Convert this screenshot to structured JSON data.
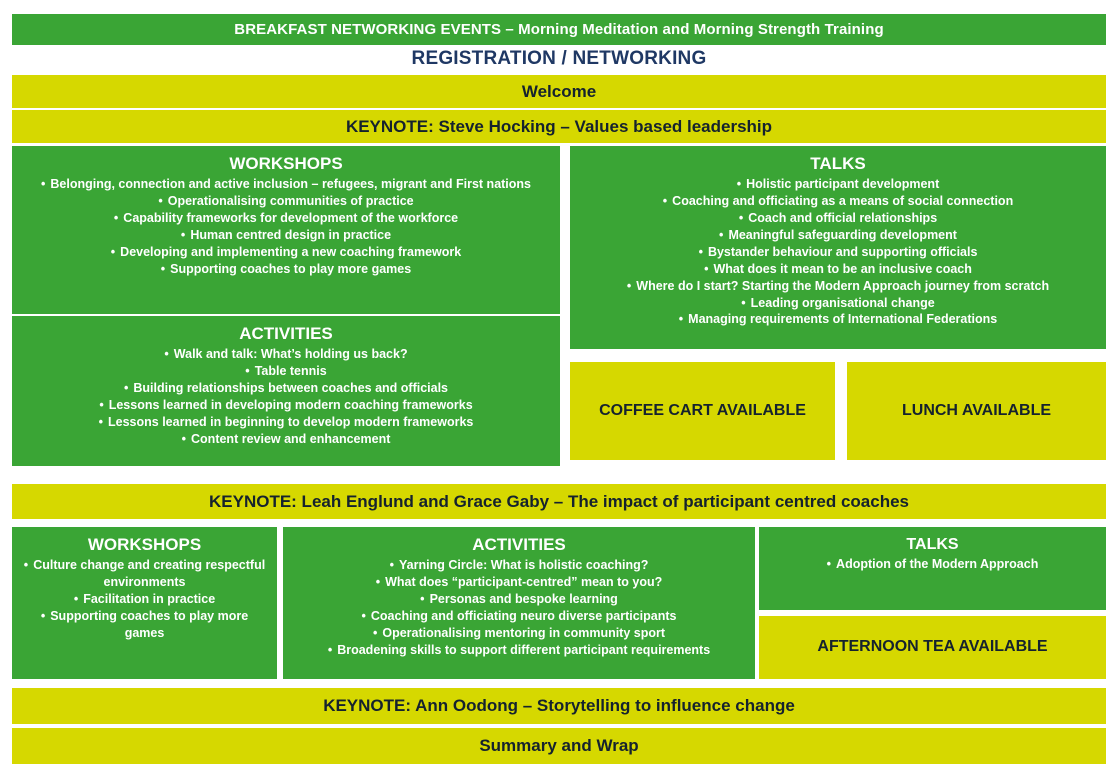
{
  "programme": {
    "breakfast": {
      "label": "BREAKFAST NETWORKING EVENTS – Morning Meditation and Morning Strength Training"
    },
    "registration": {
      "label": "REGISTRATION / NETWORKING"
    },
    "welcome": {
      "label": "Welcome"
    },
    "keynote_1": {
      "label": "KEYNOTE: Steve Hocking – Values based leadership"
    },
    "keynote_2": {
      "label": "KEYNOTE: Leah Englund and Grace Gaby – The impact of participant centred coaches"
    },
    "keynote_3": {
      "label": "KEYNOTE: Ann Oodong – Storytelling to influence change"
    },
    "summary": {
      "label": "Summary and Wrap"
    },
    "morning": {
      "workshops": {
        "heading": "WORKSHOPS",
        "items": [
          "Belonging, connection and active inclusion – refugees, migrant and First nations",
          "Operationalising communities of practice",
          "Capability frameworks for development of the workforce",
          "Human centred design in practice",
          "Developing and implementing a new coaching framework",
          "Supporting coaches to play more games"
        ]
      },
      "activities": {
        "heading": "ACTIVITIES",
        "items": [
          "Walk and talk: What’s holding us back?",
          "Table tennis",
          "Building relationships between coaches and officials",
          "Lessons learned in developing modern coaching frameworks",
          "Lessons learned in beginning to develop modern frameworks",
          "Content review and enhancement"
        ]
      },
      "talks": {
        "heading": "TALKS",
        "items": [
          "Holistic participant development",
          "Coaching and officiating as a means of social connection",
          "Coach and official relationships",
          "Meaningful safeguarding development",
          "Bystander behaviour and supporting officials",
          "What does it mean to be an inclusive coach",
          "Where do I start? Starting the Modern Approach journey from scratch",
          "Leading organisational change",
          "Managing requirements of International Federations"
        ]
      }
    },
    "afternoon": {
      "workshops": {
        "heading": "WORKSHOPS",
        "items": [
          "Culture change and creating respectful environments",
          "Facilitation in practice",
          "Supporting coaches to play more games"
        ]
      },
      "activities": {
        "heading": "ACTIVITIES",
        "items": [
          "Yarning Circle: What is holistic coaching?",
          "What does “participant-centred” mean to you?",
          "Personas and bespoke learning",
          "Coaching and officiating neuro diverse participants",
          "Operationalising mentoring in community sport",
          "Broadening skills to support different participant requirements"
        ]
      },
      "talks": {
        "heading": "TALKS",
        "items": [
          "Adoption of the Modern Approach"
        ]
      }
    },
    "catering": {
      "coffee": "COFFEE CART AVAILABLE",
      "lunch": "LUNCH AVAILABLE",
      "afternoon_tea": "AFTERNOON TEA AVAILABLE"
    },
    "colors": {
      "green": "#3aa535",
      "yellow": "#d6d800",
      "navy": "#1f3864",
      "dark_text": "#15222e",
      "white": "#ffffff"
    },
    "bullet_glyph": "•"
  }
}
